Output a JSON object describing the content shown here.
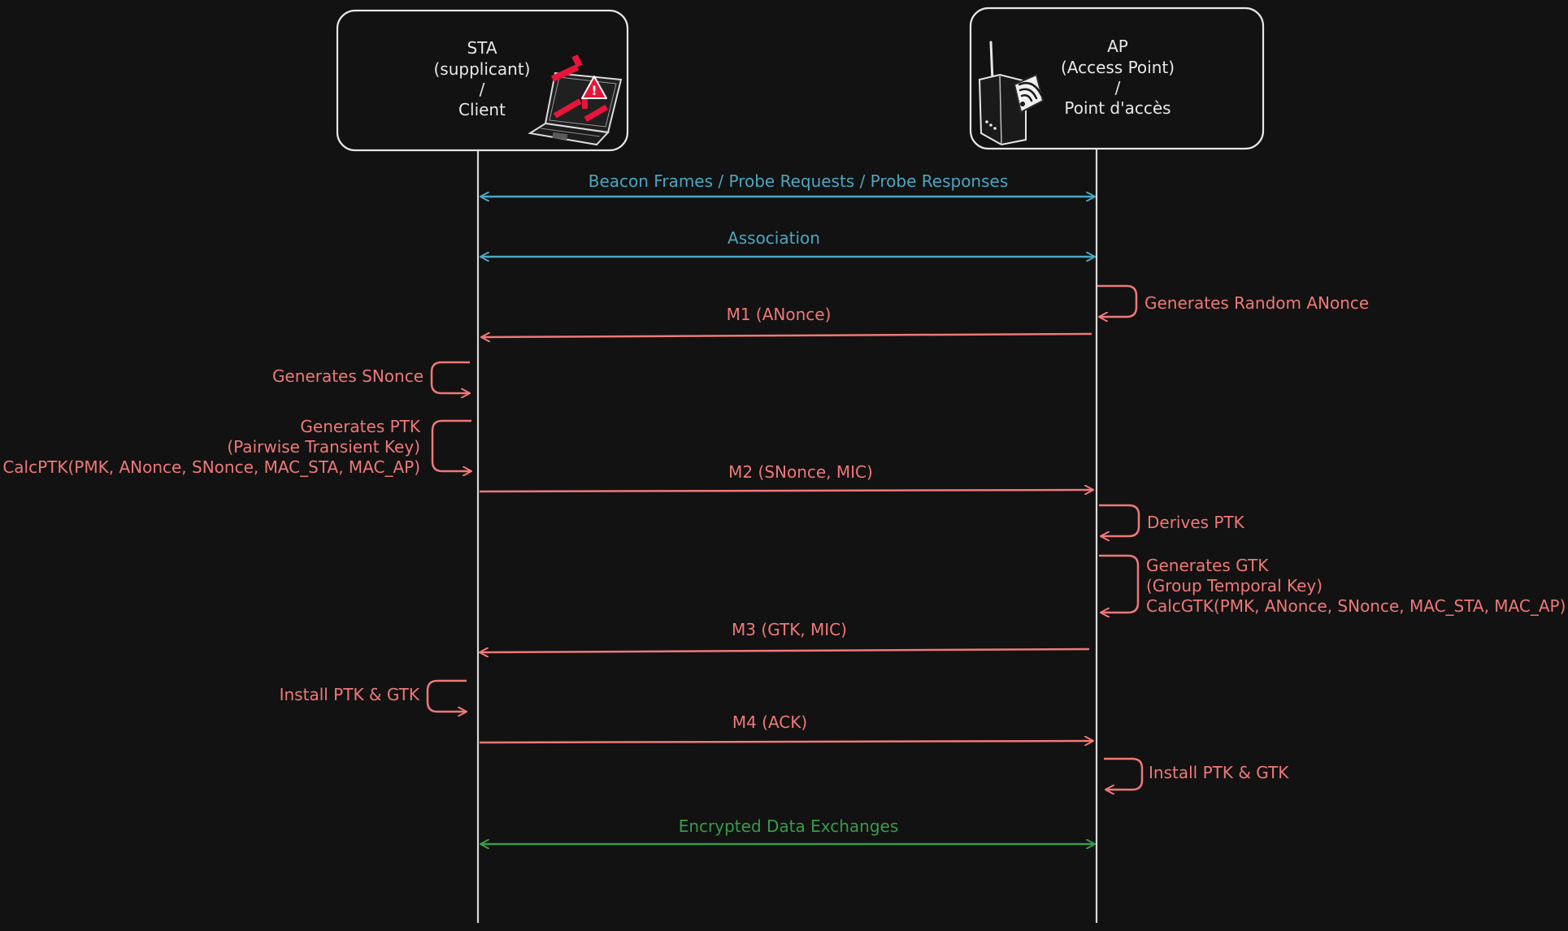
{
  "colors": {
    "background": "#121212",
    "neutral": "#e6e6e6",
    "discovery": "#4aa7c2",
    "handshake": "#f07878",
    "data": "#3a9a4a",
    "alert": "#e8143a"
  },
  "participants": {
    "sta": {
      "lines": [
        "STA",
        "(supplicant)",
        "/",
        "Client"
      ],
      "icon": "laptop-warning-icon"
    },
    "ap": {
      "lines": [
        "AP",
        "(Access Point)",
        "/",
        "Point d'accès"
      ],
      "icon": "wifi-router-icon"
    }
  },
  "messages": [
    {
      "id": "beacon",
      "label": "Beacon Frames / Probe Requests / Probe Responses",
      "direction": "both",
      "color": "discovery"
    },
    {
      "id": "association",
      "label": "Association",
      "direction": "both",
      "color": "discovery"
    },
    {
      "id": "m1",
      "label": "M1 (ANonce)",
      "direction": "to-sta",
      "color": "handshake"
    },
    {
      "id": "m2",
      "label": "M2 (SNonce, MIC)",
      "direction": "to-ap",
      "color": "handshake"
    },
    {
      "id": "m3",
      "label": "M3 (GTK, MIC)",
      "direction": "to-sta",
      "color": "handshake"
    },
    {
      "id": "m4",
      "label": "M4 (ACK)",
      "direction": "to-ap",
      "color": "handshake"
    },
    {
      "id": "encrypted",
      "label": "Encrypted Data Exchanges",
      "direction": "both",
      "color": "data"
    }
  ],
  "notes": {
    "ap_anonce": [
      "Generates Random ANonce"
    ],
    "sta_snonce": [
      "Generates SNonce"
    ],
    "sta_ptk": [
      "Generates PTK",
      "(Pairwise Transient Key)",
      "CalcPTK(PMK, ANonce, SNonce, MAC_STA, MAC_AP)"
    ],
    "ap_derive": [
      "Derives PTK"
    ],
    "ap_gtk": [
      "Generates GTK",
      "(Group Temporal Key)",
      "CalcGTK(PMK, ANonce, SNonce, MAC_STA, MAC_AP)"
    ],
    "sta_install": [
      "Install PTK & GTK"
    ],
    "ap_install": [
      "Install PTK & GTK"
    ]
  }
}
